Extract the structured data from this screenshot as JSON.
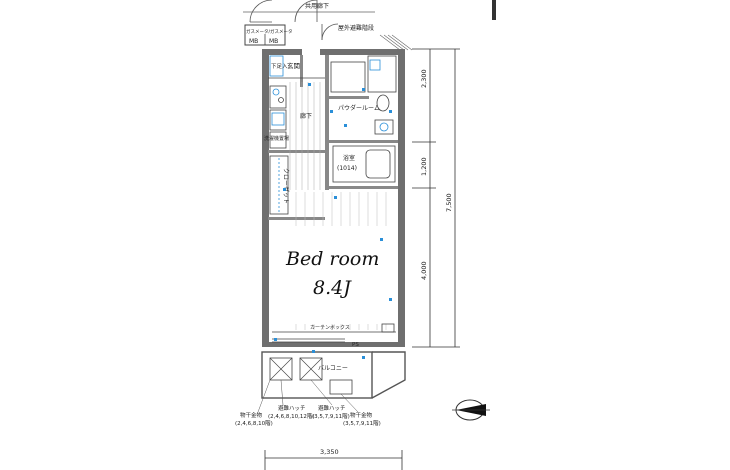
{
  "floor_plan": {
    "top_label": "共用廊下",
    "outdoor_stair": "屋外避難階段",
    "mb_left_caption": "ガスメータ/ガスメータ",
    "mb_left": "MB",
    "mb_right": "MB",
    "shoe_box": "下足入",
    "entrance": "玄関",
    "laundry_room": "洗濯機置場",
    "hallway": "廊下",
    "powder_room": "パウダールーム",
    "bath": "浴室",
    "bath_size": "(1014)",
    "closet": "クローゼット",
    "bedroom_title": "Bed room",
    "bedroom_size": "8.4J",
    "curtain_box": "カーテンボックス",
    "ps": "PS",
    "balcony": "バルコニー",
    "hatch_left": "避難ハッチ",
    "hatch_left_rooms": "(2,4,6,8,10,12階)",
    "hatch_right": "避難ハッチ",
    "hatch_right_rooms": "(3,5,7,9,11階)",
    "dryer_left": "物干金物",
    "dryer_left_rooms": "(2,4,6,8,10階)",
    "dryer_right": "物干金物",
    "dryer_right_rooms": "(3,5,7,9,11階)"
  },
  "dimensions": {
    "total_depth": "7,500",
    "segment_1": "2,300",
    "segment_2": "1,200",
    "segment_3": "4,000",
    "width": "3,350"
  },
  "colors": {
    "wall": "#6f6f6f",
    "line": "#333333",
    "blue": "#2a8fd8"
  },
  "compass_icon": "north-arrow-icon"
}
